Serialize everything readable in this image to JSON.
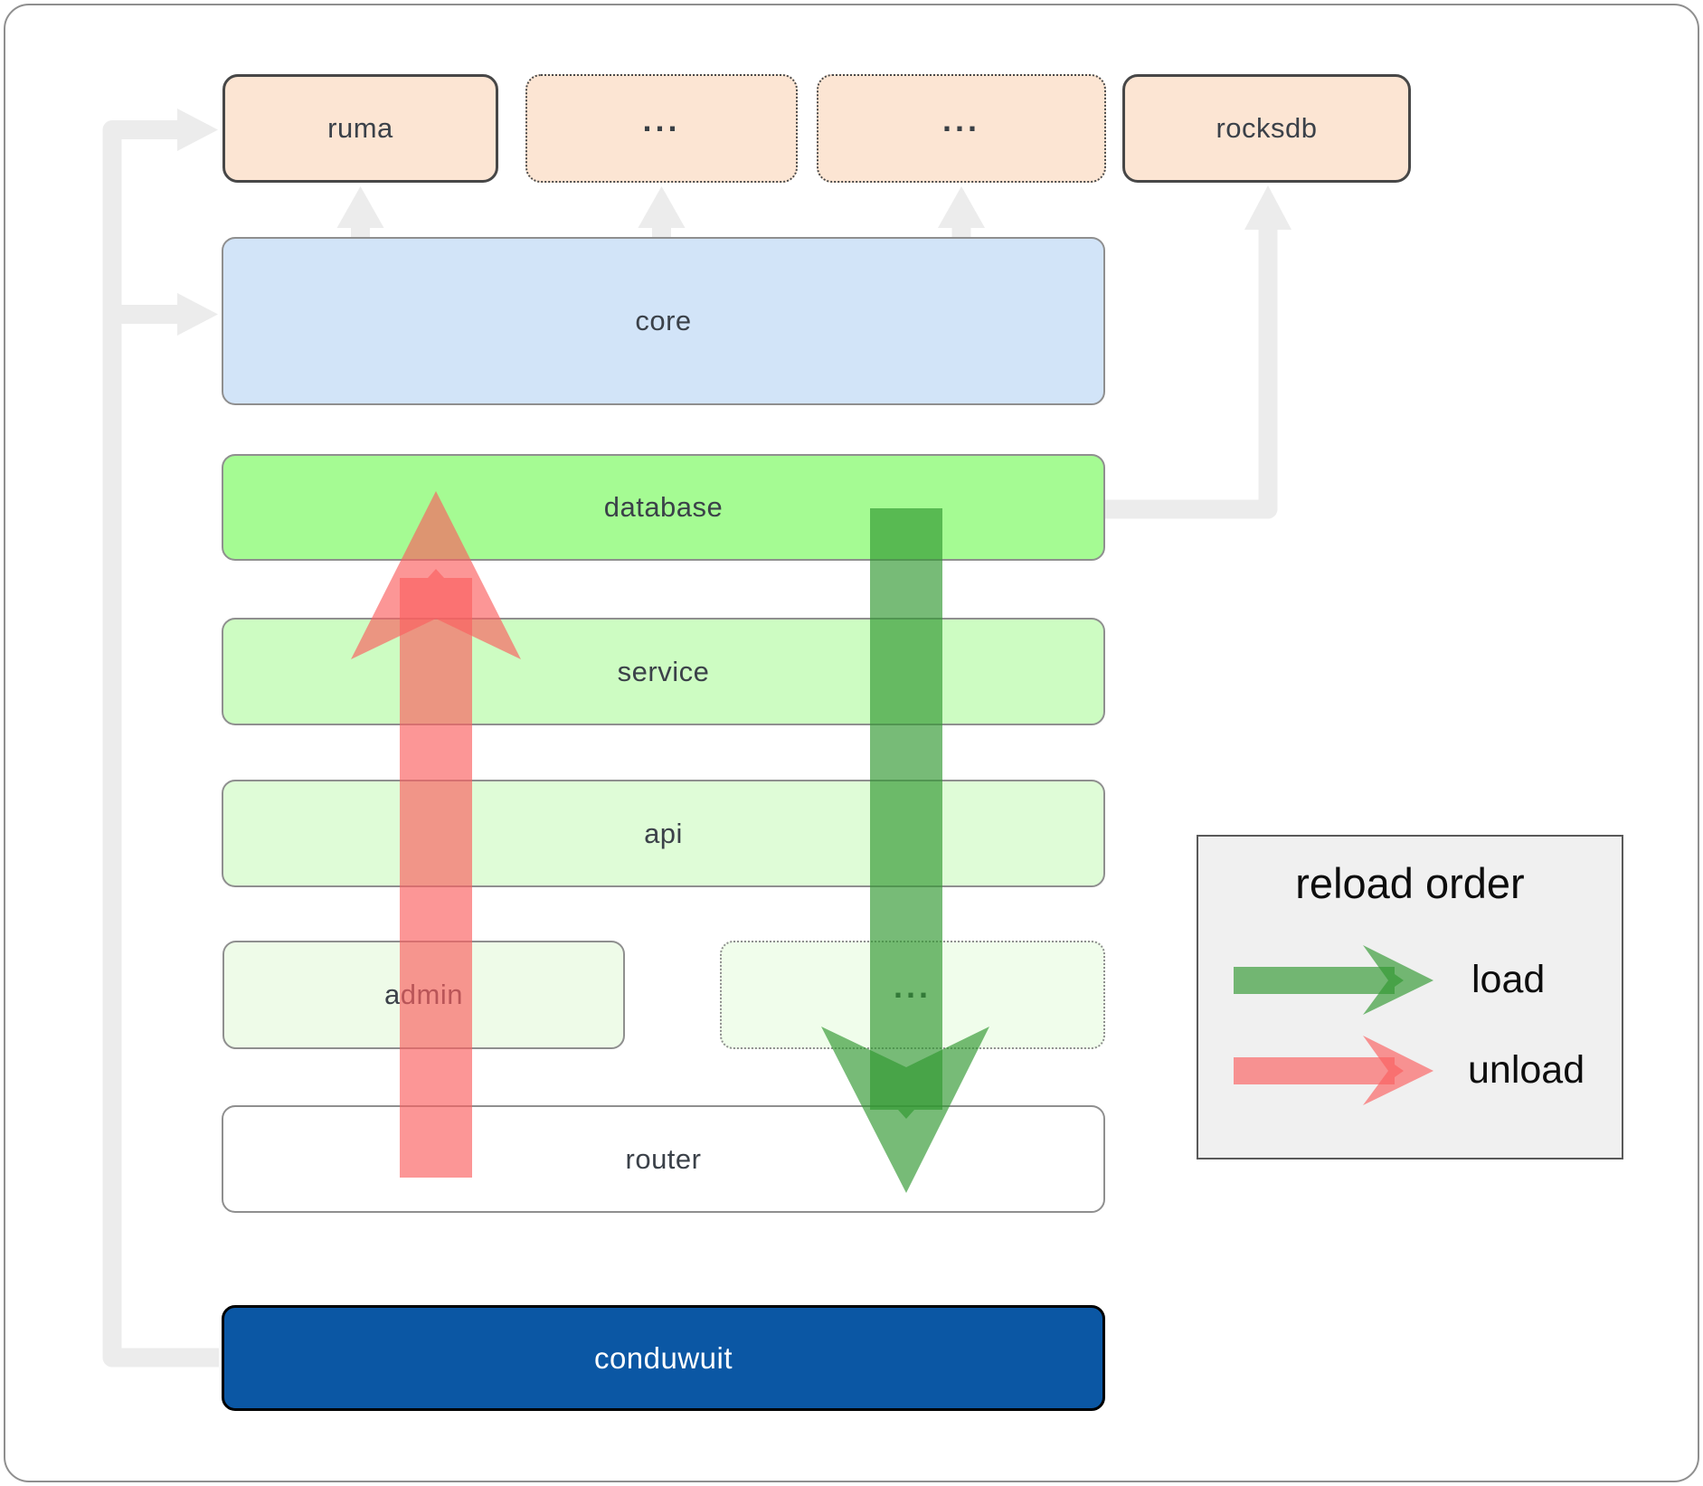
{
  "nodes": {
    "ruma": "ruma",
    "crates_more_1": "...",
    "crates_more_2": "...",
    "rocksdb": "rocksdb",
    "core": "core",
    "database": "database",
    "service": "service",
    "api": "api",
    "admin": "admin",
    "services_more": "...",
    "router": "router",
    "conduwuit": "conduwuit"
  },
  "legend": {
    "title": "reload order",
    "load_label": "load",
    "unload_label": "unload"
  },
  "colors": {
    "load_arrow": "#309830",
    "unload_arrow": "#fa5f5f",
    "gray_connector": "#ececec",
    "node_peach": "#fce5d3",
    "node_blue": "#d2e4f8",
    "node_green_bright": "#a5fb93",
    "node_green_light": "#cdfcc2",
    "node_green_lighter": "#dffcd7",
    "node_green_faint": "#eefbe8",
    "node_green_faint_dotted": "#f0fdeb",
    "node_white": "#ffffff",
    "node_navy": "#0b57a4",
    "legend_bg": "#f0f0f0"
  }
}
